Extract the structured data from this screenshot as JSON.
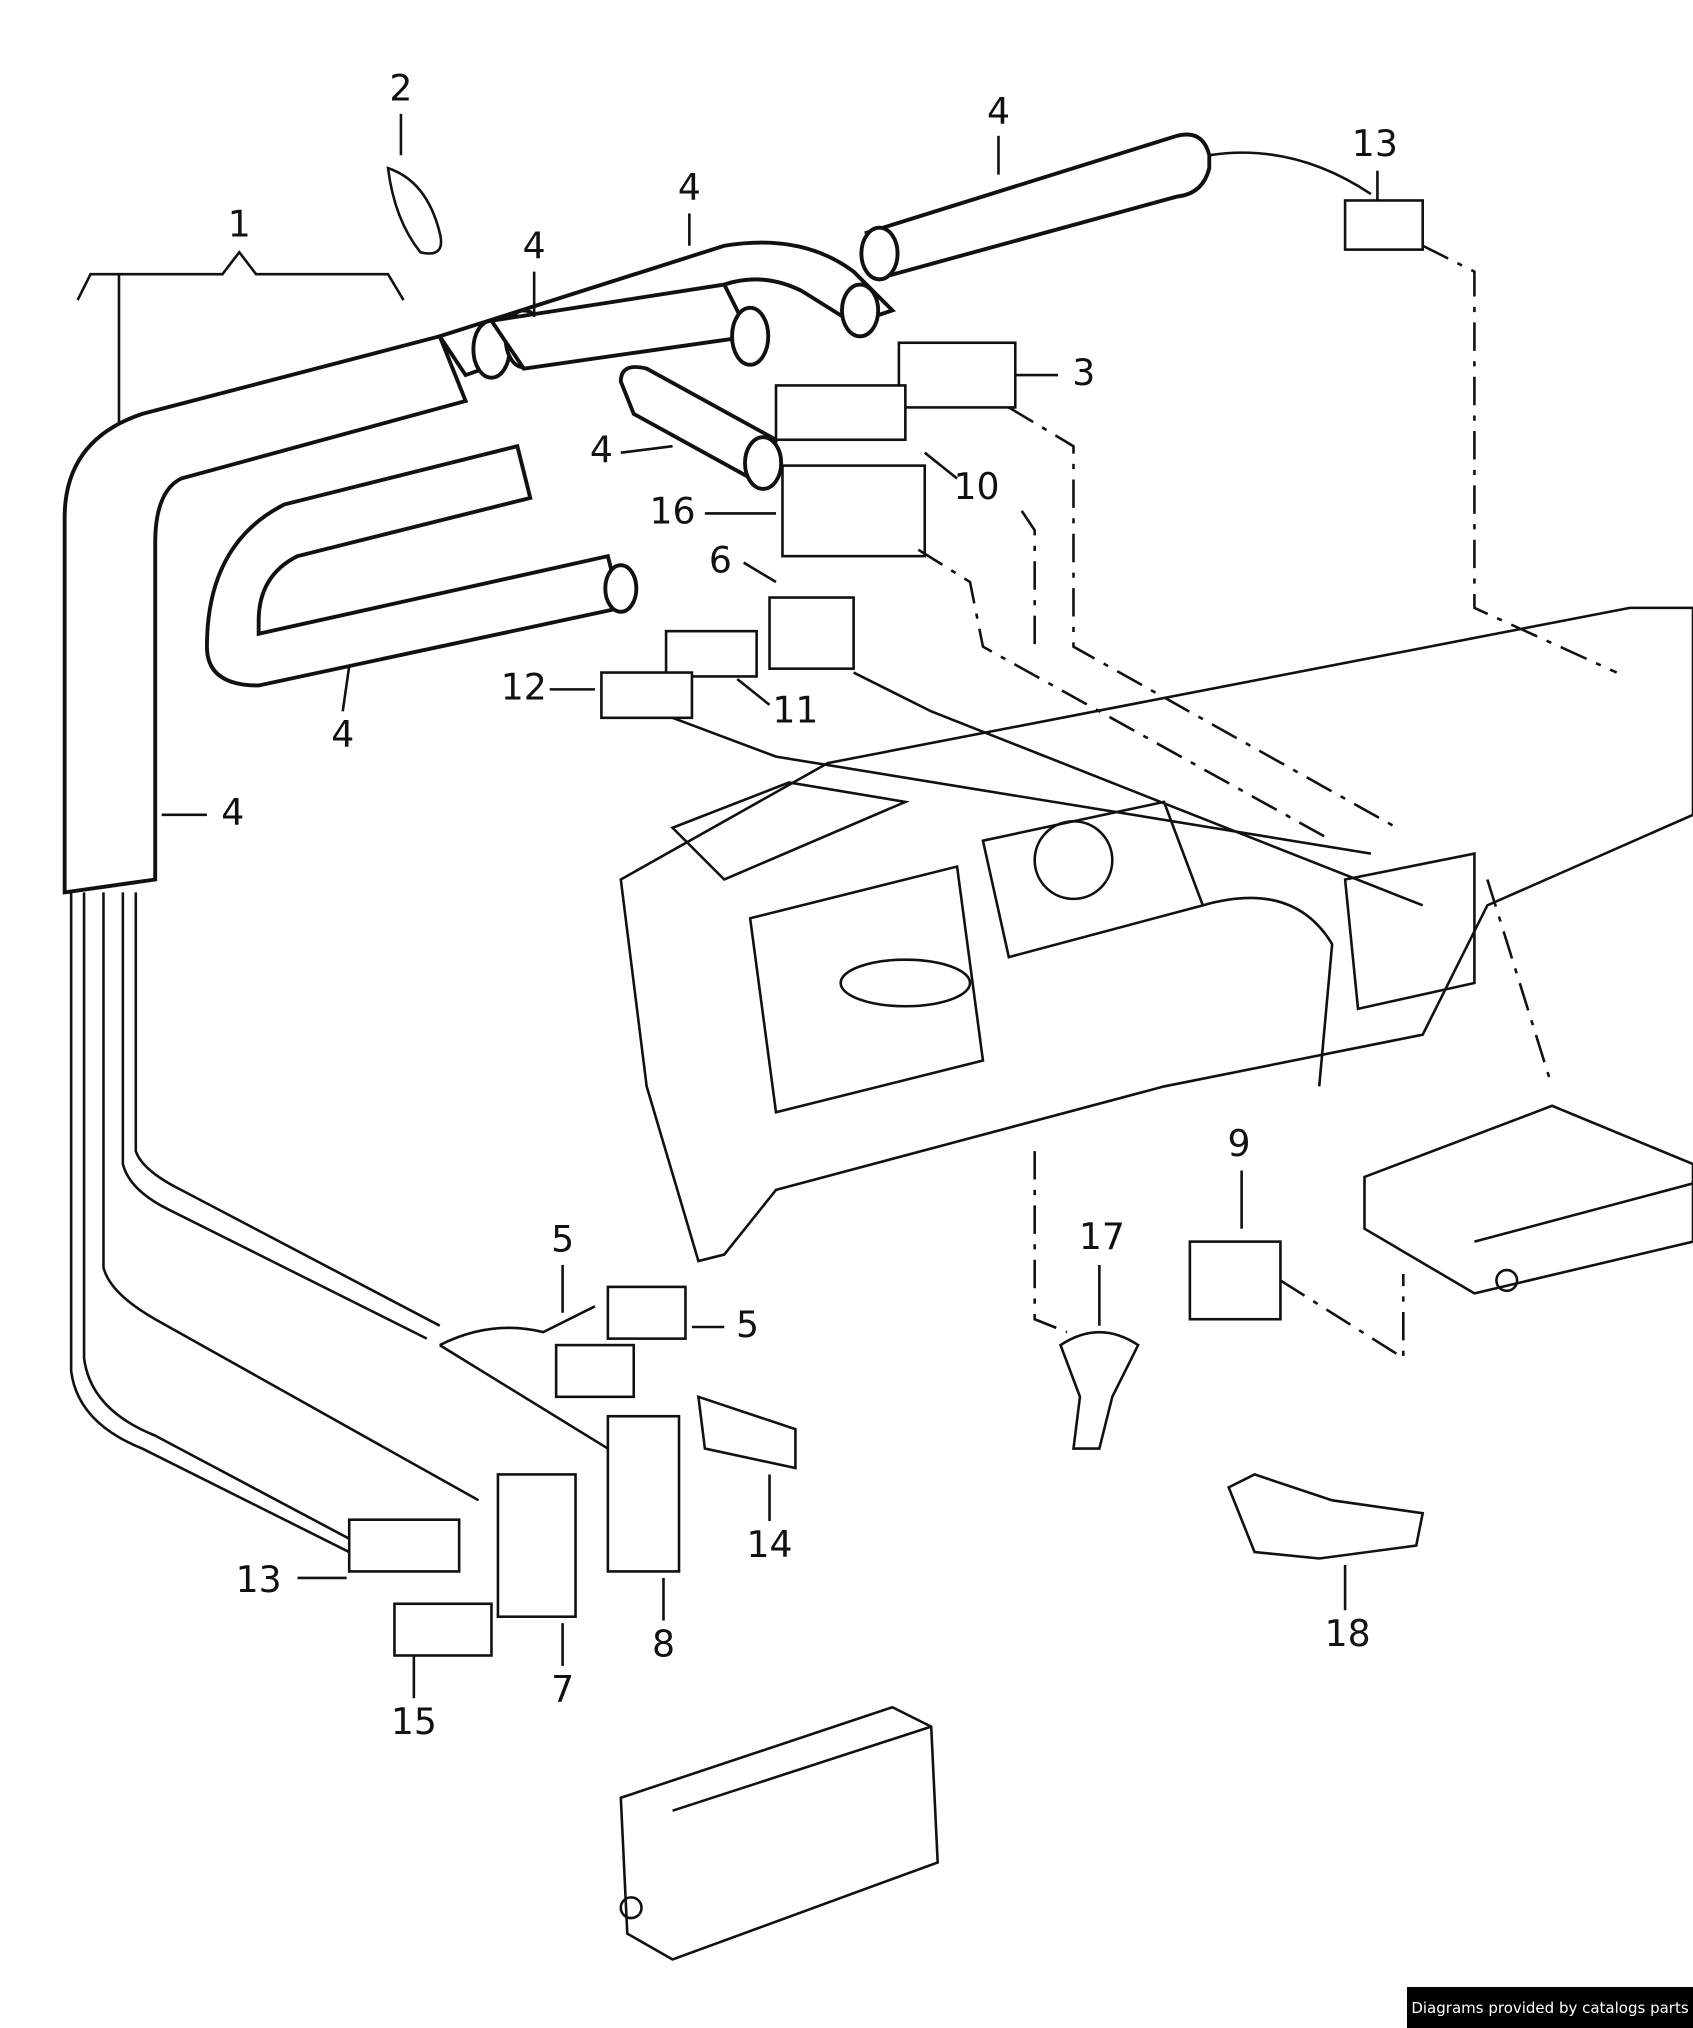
{
  "labels": {
    "l1": "1",
    "l2": "2",
    "l3": "3",
    "l4a": "4",
    "l4b": "4",
    "l4c": "4",
    "l4d": "4",
    "l4e": "4",
    "l4f": "4",
    "l5a": "5",
    "l5b": "5",
    "l6": "6",
    "l7": "7",
    "l8": "8",
    "l9": "9",
    "l10": "10",
    "l11": "11",
    "l12": "12",
    "l13a": "13",
    "l13b": "13",
    "l14": "14",
    "l15": "15",
    "l16": "16",
    "l17": "17",
    "l18": "18"
  },
  "credit": "Diagrams provided by catalogs parts"
}
